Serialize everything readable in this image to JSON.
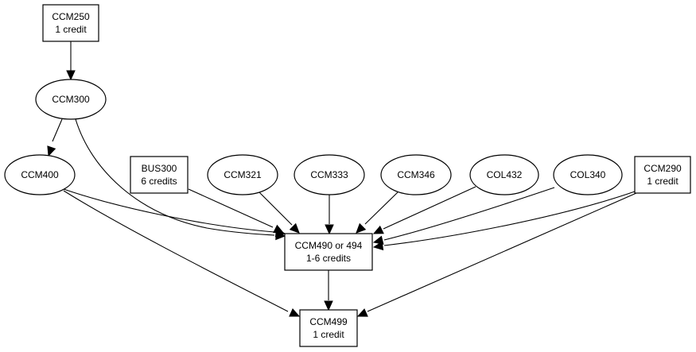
{
  "diagram": {
    "type": "prerequisite-graph",
    "nodes": [
      {
        "id": "CCM250",
        "shape": "box",
        "lines": [
          "CCM250",
          "1 credit"
        ]
      },
      {
        "id": "CCM300",
        "shape": "ellipse",
        "lines": [
          "CCM300"
        ]
      },
      {
        "id": "CCM400",
        "shape": "ellipse",
        "lines": [
          "CCM400"
        ]
      },
      {
        "id": "BUS300",
        "shape": "box",
        "lines": [
          "BUS300",
          "6 credits"
        ]
      },
      {
        "id": "CCM321",
        "shape": "ellipse",
        "lines": [
          "CCM321"
        ]
      },
      {
        "id": "CCM333",
        "shape": "ellipse",
        "lines": [
          "CCM333"
        ]
      },
      {
        "id": "CCM346",
        "shape": "ellipse",
        "lines": [
          "CCM346"
        ]
      },
      {
        "id": "COL432",
        "shape": "ellipse",
        "lines": [
          "COL432"
        ]
      },
      {
        "id": "COL340",
        "shape": "ellipse",
        "lines": [
          "COL340"
        ]
      },
      {
        "id": "CCM290",
        "shape": "box",
        "lines": [
          "CCM290",
          "1 credit"
        ]
      },
      {
        "id": "CCM490",
        "shape": "box",
        "lines": [
          "CCM490 or 494",
          "1-6 credits"
        ]
      },
      {
        "id": "CCM499",
        "shape": "box",
        "lines": [
          "CCM499",
          "1 credit"
        ]
      }
    ],
    "edges": [
      {
        "from": "CCM250",
        "to": "CCM300"
      },
      {
        "from": "CCM300",
        "to": "CCM400"
      },
      {
        "from": "CCM300",
        "to": "CCM490"
      },
      {
        "from": "CCM400",
        "to": "CCM490"
      },
      {
        "from": "CCM400",
        "to": "CCM499"
      },
      {
        "from": "BUS300",
        "to": "CCM490"
      },
      {
        "from": "CCM321",
        "to": "CCM490"
      },
      {
        "from": "CCM333",
        "to": "CCM490"
      },
      {
        "from": "CCM346",
        "to": "CCM490"
      },
      {
        "from": "COL432",
        "to": "CCM490"
      },
      {
        "from": "COL340",
        "to": "CCM490"
      },
      {
        "from": "CCM290",
        "to": "CCM490"
      },
      {
        "from": "CCM290",
        "to": "CCM499"
      },
      {
        "from": "CCM490",
        "to": "CCM499"
      }
    ]
  }
}
